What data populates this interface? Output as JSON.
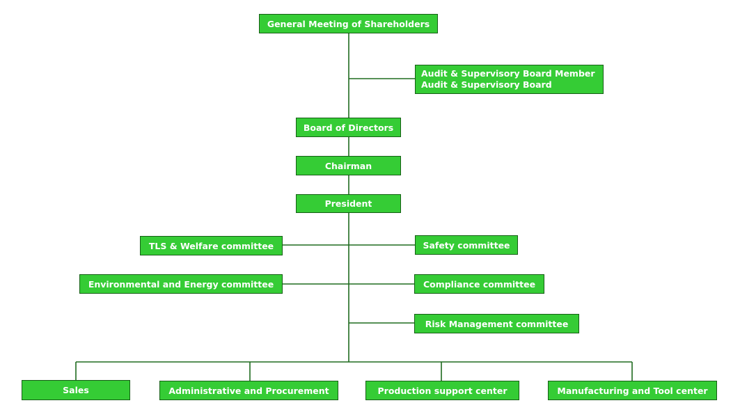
{
  "colors": {
    "box_fill": "#35cc35",
    "box_border": "#155e15",
    "line": "#1e6b1e",
    "text": "#ffffff"
  },
  "nodes": {
    "shareholders": "General Meeting of Shareholders",
    "audit_line1": "Audit & Supervisory Board Member",
    "audit_line2": "Audit & Supervisory Board",
    "board": "Board of Directors",
    "chairman": "Chairman",
    "president": "President",
    "tls": "TLS & Welfare committee",
    "safety": "Safety committee",
    "environmental": "Environmental and Energy committee",
    "compliance": "Compliance committee",
    "risk": "Risk Management committee",
    "sales": "Sales",
    "admin": "Administrative and Procurement",
    "production": "Production support center",
    "manufacturing": "Manufacturing and Tool center"
  }
}
